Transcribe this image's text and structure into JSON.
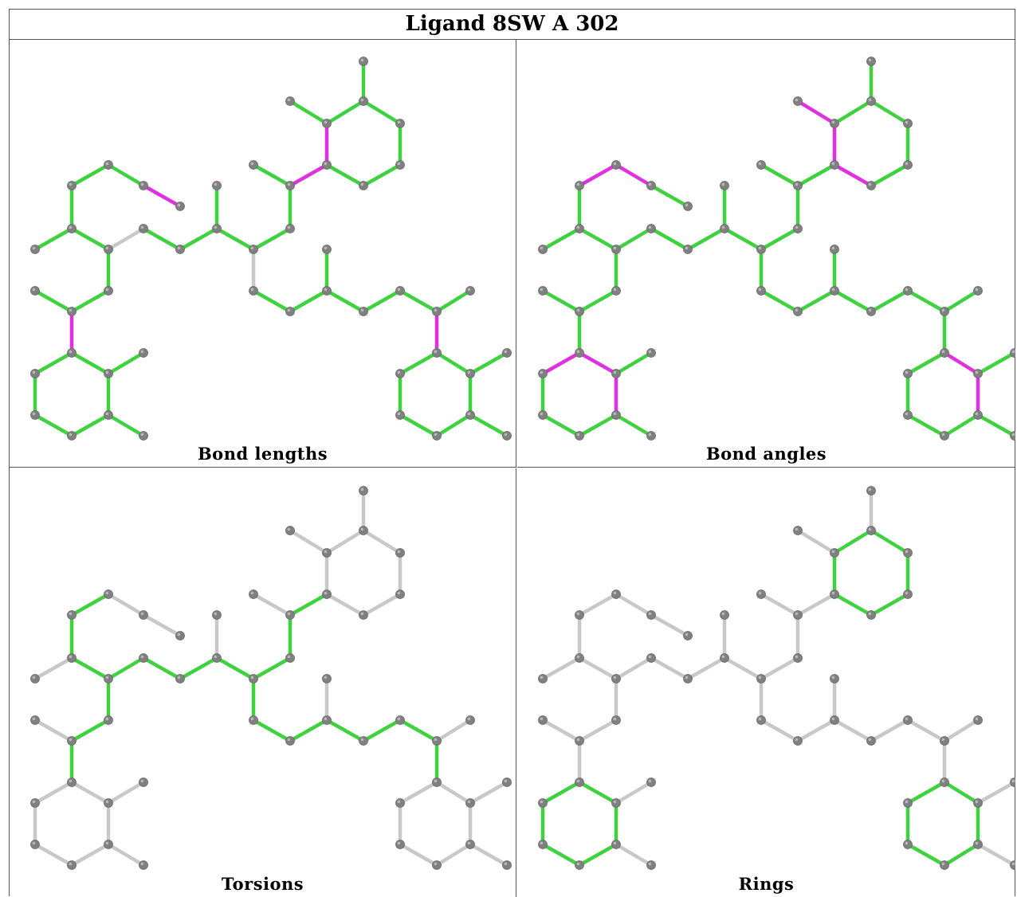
{
  "title": "Ligand 8SW A 302",
  "colors": {
    "default_bond": "#c8c8c8",
    "ok_bond": "#3fd23f",
    "outlier_bond": "#e030e0",
    "atom": "#808080",
    "border": "#555555"
  },
  "panels": [
    {
      "label": "Bond lengths",
      "mode": "lengths"
    },
    {
      "label": "Bond angles",
      "mode": "angles"
    },
    {
      "label": "Torsions",
      "mode": "torsions"
    },
    {
      "label": "Rings",
      "mode": "rings"
    }
  ]
}
